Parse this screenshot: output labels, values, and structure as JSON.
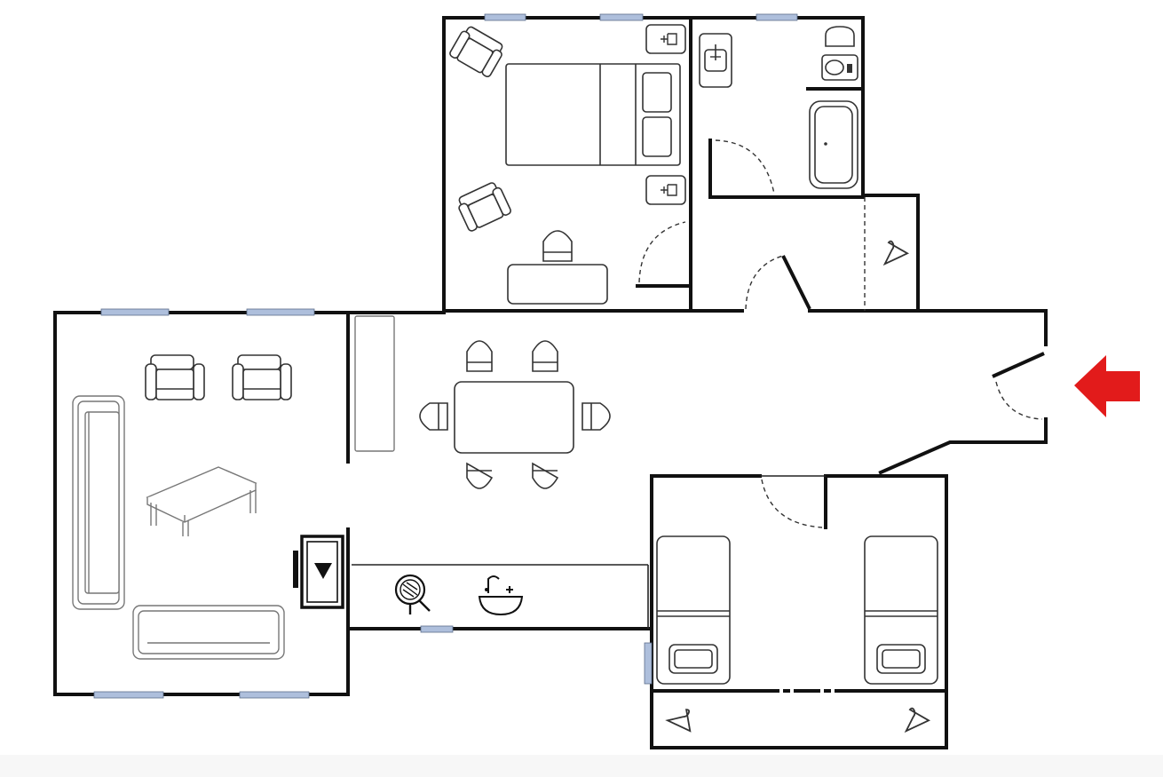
{
  "colors": {
    "wall": "#111111",
    "window": "#aebfdc",
    "entrance_arrow": "#e21b1b",
    "background": "#ffffff"
  },
  "rooms": [
    {
      "id": "living-room"
    },
    {
      "id": "master-bedroom"
    },
    {
      "id": "bathroom"
    },
    {
      "id": "walk-in-closet"
    },
    {
      "id": "hall-dining"
    },
    {
      "id": "kitchen-strip"
    },
    {
      "id": "twin-bedroom"
    }
  ],
  "icons": [
    "armchair-icon",
    "sofa-icon",
    "coffee-table-icon",
    "fireplace-icon",
    "dining-table-icon",
    "chair-icon",
    "bed-icon",
    "nightstand-icon",
    "desk-icon",
    "toilet-icon",
    "bidet-icon",
    "bathtub-icon",
    "sink-icon",
    "hanger-icon",
    "cooktop-icon",
    "kitchen-sink-icon",
    "entrance-arrow-icon"
  ]
}
